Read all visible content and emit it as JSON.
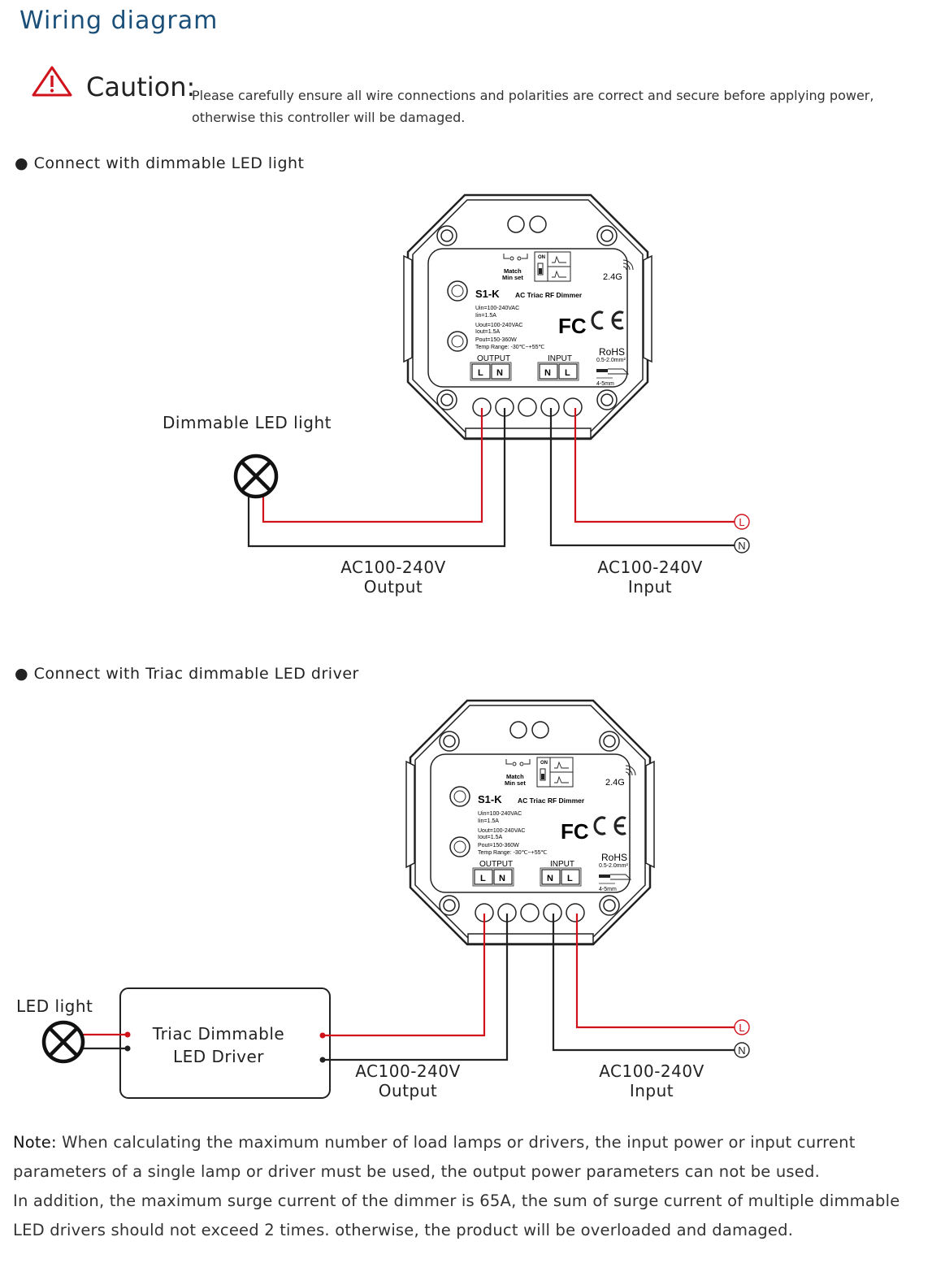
{
  "title": "Wiring diagram",
  "caution": {
    "label": "Caution:",
    "text_line1": "Please carefully ensure all wire connections and polarities are correct and secure before applying power,",
    "text_line2": "otherwise this controller will be damaged."
  },
  "section1": {
    "heading": "● Connect with dimmable LED light",
    "lamp_label": "Dimmable LED light",
    "output_label_1": "AC100-240V",
    "output_label_2": "Output",
    "input_label_1": "AC100-240V",
    "input_label_2": "Input",
    "terminal_l": "L",
    "terminal_n": "N"
  },
  "section2": {
    "heading": "● Connect with Triac dimmable LED driver",
    "lamp_label": "LED light",
    "driver_line1": "Triac Dimmable",
    "driver_line2": "LED Driver",
    "output_label_1": "AC100-240V",
    "output_label_2": "Output",
    "input_label_1": "AC100-240V",
    "input_label_2": "Input",
    "terminal_l": "L",
    "terminal_n": "N"
  },
  "device": {
    "model": "S1-K",
    "subtitle": "AC Triac RF Dimmer",
    "uin": "Uin=100-240VAC",
    "iin": "Iin=1.5A",
    "uout": "Uout=100-240VAC",
    "iout": "Iout=1.5A",
    "pout": "Pout=150-360W",
    "temp": "Temp Range: -30℃~+55℃",
    "match": "Match",
    "minset": "Min set",
    "on": "ON",
    "rf": "2.4G",
    "fc": "FC",
    "ce": "CE",
    "rohs": "RoHS",
    "output": "OUTPUT",
    "input": "INPUT",
    "wire_gauge": "0.5-2.0mm²",
    "strip": "4-5mm",
    "t_l": "L",
    "t_n": "N"
  },
  "note": {
    "label": "Note:",
    "line1": "When calculating the maximum number of load lamps or drivers, the input power or input current",
    "line2": "parameters of a single lamp or driver must be used, the output power parameters can not be used.",
    "line3": "In addition, the maximum surge current of the dimmer is 65A, the sum of surge current of multiple dimmable",
    "line4": "LED drivers should not exceed 2 times. otherwise, the product will be overloaded and damaged."
  },
  "colors": {
    "title": "#1a4f7a",
    "live_wire": "#d0121b",
    "neutral_wire": "#222222",
    "warning": "#d0121b"
  }
}
